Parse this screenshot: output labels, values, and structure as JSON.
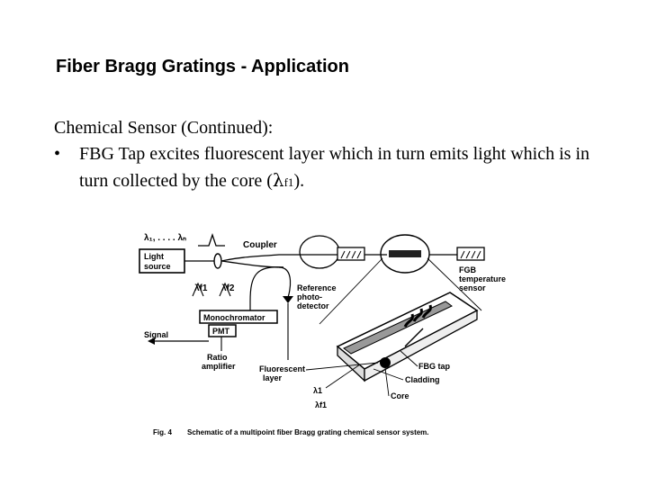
{
  "slide": {
    "title": "Fiber Bragg Gratings - Application",
    "heading": "Chemical Sensor (Continued):",
    "bullet_symbol": "•",
    "bullet_text": "FBG Tap excites fluorescent layer which in turn emits light which is in turn collected by the core (",
    "lambda": "λ",
    "lambda_sub": "f1",
    "bullet_end": ")."
  },
  "diagram": {
    "wavelengths_top": "λ₁, . . . . λₙ",
    "coupler": "Coupler",
    "light_source": [
      "Light",
      "source"
    ],
    "lambda_f1": "λf1",
    "lambda_f2": "λf2",
    "reference": [
      "Reference",
      "photo-",
      "detector"
    ],
    "monochromator": "Monochromator",
    "pmt": "PMT",
    "signal": "Signal",
    "ratio": [
      "Ratio",
      "amplifier"
    ],
    "fluorescent": [
      "Fluorescent",
      "layer"
    ],
    "fgb": [
      "FGB",
      "temperature",
      "sensor"
    ],
    "fbg_tap": "FBG tap",
    "cladding": "Cladding",
    "core": "Core",
    "lambda1": "λ1",
    "lambdaf1": "λf1",
    "caption_fig": "Fig. 4",
    "caption_text": "Schematic of a multipoint fiber Bragg grating chemical sensor system."
  }
}
